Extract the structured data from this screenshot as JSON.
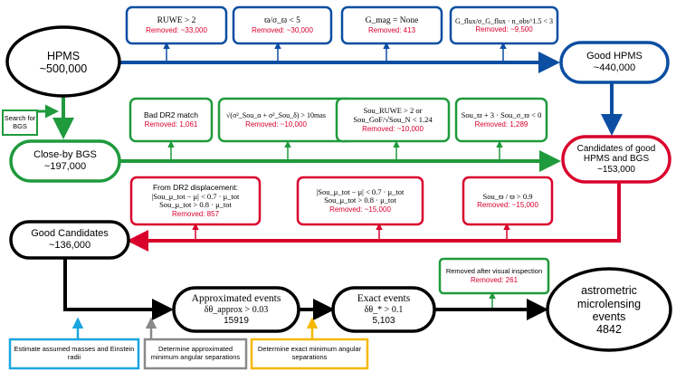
{
  "nodes": {
    "hpms": {
      "title": "HPMS",
      "count": "~500,000"
    },
    "good_hpms": {
      "title": "Good HPMS",
      "count": "~440,000"
    },
    "close_by_bgs": {
      "title": "Close-by BGS",
      "count": "~197,000"
    },
    "candidates": {
      "title": "Candidates of good HPMS and BGS",
      "count": "~153,000"
    },
    "good_candidates": {
      "title": "Good Candidates",
      "count": "~136,000"
    },
    "approx_events": {
      "title": "Approximated events",
      "criterion": "δθ_approx > 0.03",
      "count": "15919"
    },
    "exact_events": {
      "title": "Exact events",
      "criterion": "δθ_* > 0.1",
      "count": "5,103"
    },
    "astrometric": {
      "title": "astrometric microlensing events",
      "count": "4842"
    }
  },
  "search_bgs": "Search for BGS",
  "blue_filters": [
    {
      "criterion": "RUWE > 2",
      "removed": "Removed: ~33,000"
    },
    {
      "criterion": "ϖ/σ_ϖ < 5",
      "removed": "Removed: ~30,000"
    },
    {
      "criterion": "G_mag = None",
      "removed": "Removed: 413"
    },
    {
      "criterion": "G_flux/σ_G_flux · n_obs^1.5 < 3",
      "removed": "Removed: ~9,500"
    }
  ],
  "green_filters": [
    {
      "criterion": "Bad DR2 match",
      "removed": "Removed: 1,061"
    },
    {
      "criterion": "√(σ²_Sou_α + σ²_Sou_δ) > 10mas",
      "removed": "Removed: ~10,000"
    },
    {
      "criterion_1": "Sou_RUWE > 2 or",
      "criterion_2": "Sou_GoF/√Sou_N < 1.24",
      "removed": "Removed: ~10,000"
    },
    {
      "criterion": "Sou_ϖ + 3 · Sou_σ_ϖ < 0",
      "removed": "Removed: 1,289"
    }
  ],
  "red_filters": [
    {
      "header": "From DR2 displacement:",
      "criterion_1": "|Sou_μ_tot − μ| < 0.7 · μ_tot",
      "criterion_2": "Sou_μ_tot > 0.8 · μ_tot",
      "removed": "Removed: 857"
    },
    {
      "criterion_1": "|Sou_μ_tot − μ| < 0.7 · μ_tot",
      "criterion_2": "Sou_μ_tot > 0.8 · μ_tot",
      "removed": "Removed: ~15,000"
    },
    {
      "criterion": "Sou_ϖ / ϖ > 0.9",
      "removed": "Removed: ~15,000"
    }
  ],
  "visual_inspection": {
    "label": "Removed after visual inspection",
    "removed": "Removed: 261"
  },
  "notes": {
    "masses": "Estimate assumed masses and Einstein radii",
    "approx_sep": "Determine approximated minimum angular separations",
    "exact_sep": "Determine exact minimum angular separations"
  },
  "colors": {
    "blue": "#0b4ea2",
    "green": "#1f9a3c",
    "red": "#d9002c",
    "black": "#000000",
    "note_cyan": "#1aa6e0",
    "note_gray": "#8a8a8a",
    "note_yellow": "#f5b800"
  }
}
